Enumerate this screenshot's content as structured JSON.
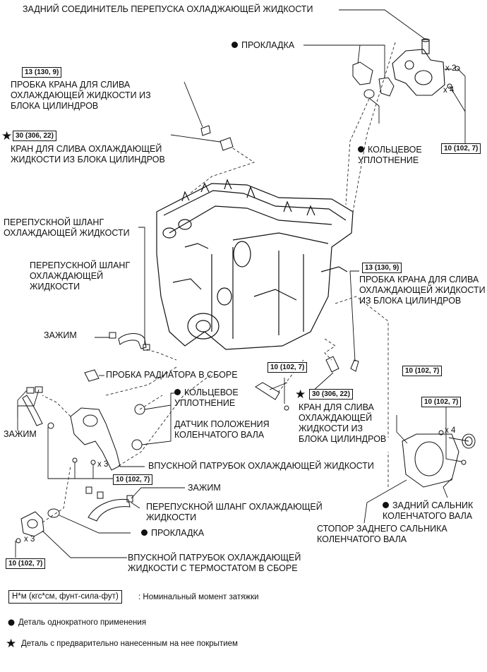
{
  "labels": {
    "rear_bypass_joint": "ЗАДНИЙ СОЕДИНИТЕЛЬ ПЕРЕПУСКА ОХЛАДЖАЮЩЕЙ ЖИДКОСТИ",
    "gasket_top": "ПРОКЛАДКА",
    "drain_plug_left": "ПРОБКА КРАНА ДЛЯ СЛИВА\nОХЛАЖДАЮЩЕЙ ЖИДКОСТИ ИЗ\nБЛОКА ЦИЛИНДРОВ",
    "drain_cock_left": "КРАН ДЛЯ СЛИВА ОХЛАЖДАЮЩЕЙ\nЖИДКОСТИ ИЗ БЛОКА ЦИЛИНДРОВ",
    "o_ring_top": "КОЛЬЦЕВОЕ\nУПЛОТНЕНИЕ",
    "bypass_hose_1": "ПЕРЕПУСКНОЙ ШЛАНГ\nОХЛАЖДАЮЩЕЙ ЖИДКОСТИ",
    "bypass_hose_2": "ПЕРЕПУСКНОЙ ШЛАНГ\nОХЛАЖДАЮЩЕЙ\nЖИДКОСТИ",
    "drain_plug_right": "ПРОБКА КРАНА ДЛЯ СЛИВА\nОХЛАЖДАЮЩЕЙ ЖИДКОСТИ\nИЗ БЛОКА ЦИЛИНДРОВ",
    "clamp_1": "ЗАЖИМ",
    "radiator_cap": "ПРОБКА РАДИАТОРА В СБОРЕ",
    "o_ring_mid": "КОЛЬЦЕВОЕ\nУПЛОТНЕНИЕ",
    "crank_sensor": "ДАТЧИК ПОЛОЖЕНИЯ\nКОЛЕНЧАТОГО ВАЛА",
    "drain_cock_right": "КРАН ДЛЯ СЛИВА\nОХЛАЖДАЮЩЕЙ\nЖИДКОСТИ ИЗ\nБЛОКА ЦИЛИНДРОВ",
    "clamp_2": "ЗАЖИМ",
    "water_inlet": "ВПУСКНОЙ ПАТРУБОК ОХЛАЖДАЮЩЕЙ ЖИДКОСТИ",
    "clamp_3": "ЗАЖИМ",
    "bypass_hose_3": "ПЕРЕПУСКНОЙ ШЛАНГ ОХЛАЖДАЮЩЕЙ\nЖИДКОСТИ",
    "gasket_bottom": "ПРОКЛАДКА",
    "thermostat_inlet": "ВПУСКНОЙ ПАТРУБОК ОХЛАЖДАЮЩЕЙ\nЖИДКОСТИ С ТЕРМОСТАТОМ В СБОРЕ",
    "rear_oil_seal": "ЗАДНИЙ САЛЬНИК\nКОЛЕНЧАТОГО ВАЛА",
    "oil_seal_retainer": "СТОПОР ЗАДНЕГО САЛЬНИКА\nКОЛЕНЧАТОГО ВАЛА"
  },
  "torques": {
    "t_13_left": "13 (130, 9)",
    "t_30_left": "30 (306, 22)",
    "t_10_topright": "10 (102, 7)",
    "t_13_right": "13 (130, 9)",
    "t_10_sensor": "10 (102, 7)",
    "t_30_right": "30 (306, 22)",
    "t_10_retainer": "10 (102, 7)",
    "t_10_seal": "10 (102, 7)",
    "t_10_inlet": "10 (102, 7)",
    "t_10_bottom": "10 (102, 7)"
  },
  "multipliers": {
    "x2_top": "x 2",
    "x4_top": "x 4",
    "x3_inlet": "x 3",
    "x4_retainer": "x 4",
    "x3_bottom": "x 3"
  },
  "legend": {
    "torque_box": "Н*м (кгс*см, фунт-сила-фут)",
    "torque_desc": ": Номинальный момент затяжки",
    "non_reusable": "Деталь однократного применения",
    "precoated": "Деталь с предварительно нанесенным на нее покрытием"
  },
  "symbols": {
    "bullet": "filled-circle-icon",
    "star": "★"
  }
}
